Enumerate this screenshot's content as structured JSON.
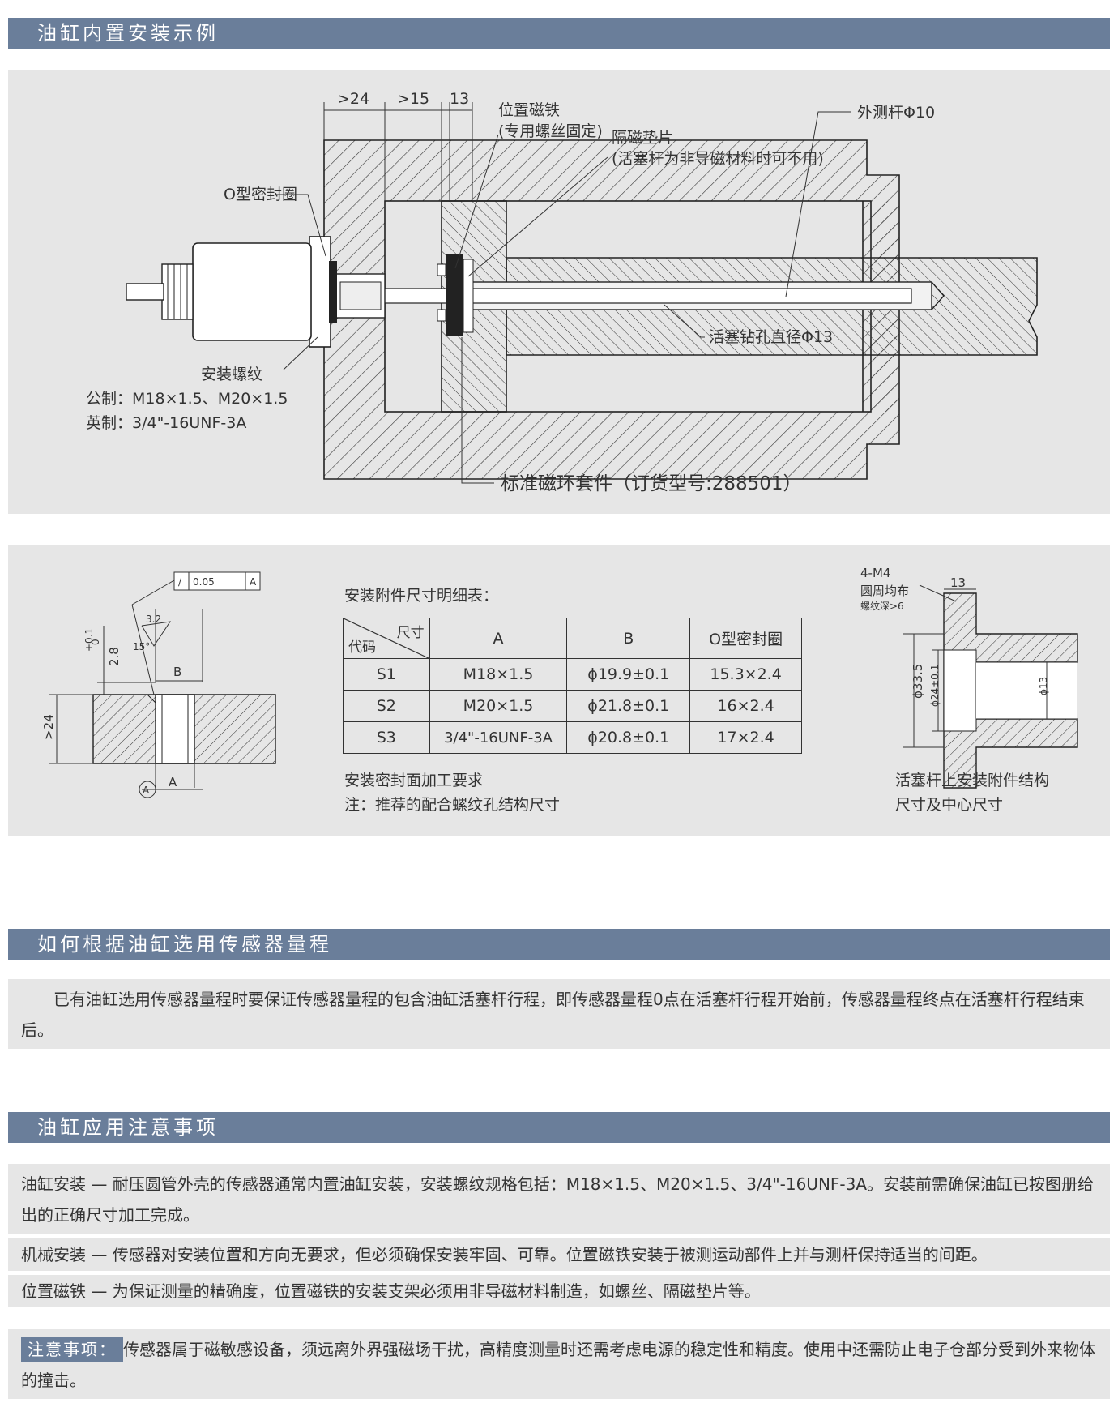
{
  "sections": {
    "install_example": "油缸内置安装示例",
    "select_range": "如何根据油缸选用传感器量程",
    "notes": "油缸应用注意事项"
  },
  "main_diagram": {
    "dim_24": ">24",
    "dim_15": ">15",
    "dim_13": "13",
    "magnet": "位置磁铁",
    "magnet_sub": "(专用螺丝固定)",
    "spacer": "隔磁垫片",
    "spacer_sub": "(活塞杆为非导磁材料时可不用)",
    "rod": "外测杆Φ10",
    "oring": "O型密封圈",
    "bore": "活塞钻孔直径Φ13",
    "thread_title": "安装螺纹",
    "thread_metric": "公制：M18×1.5、M20×1.5",
    "thread_imperial": "英制：3/4\"-16UNF-3A",
    "kit": "标准磁环套件（订货型号:288501）"
  },
  "hole_diagram": {
    "tolerance": "0.05",
    "datum": "A",
    "roughness": "3.2",
    "angle": "15°",
    "dim_b": "B",
    "dim_a": "A",
    "depth": "2.8",
    "depth_tol_plus": "+0.1",
    "depth_tol_zero": "0",
    "min_depth": ">24",
    "caption1": "安装密封面加工要求",
    "caption2": "注：推荐的配合螺纹孔结构尺寸"
  },
  "table": {
    "title": "安装附件尺寸明细表：",
    "corner_top": "尺寸",
    "corner_bottom": "代码",
    "headers": [
      "A",
      "B",
      "O型密封圈"
    ],
    "rows": [
      [
        "S1",
        "M18×1.5",
        "ϕ19.9±0.1",
        "15.3×2.4"
      ],
      [
        "S2",
        "M20×1.5",
        "ϕ21.8±0.1",
        "16×2.4"
      ],
      [
        "S3",
        "3/4\"-16UNF-3A",
        "ϕ20.8±0.1",
        "17×2.4"
      ]
    ]
  },
  "rod_diagram": {
    "holes": "4-M4",
    "holes_sub": "圆周均布",
    "thread_depth": "螺纹深>6",
    "dim_13": "13",
    "dia_33": "ϕ33.5",
    "dia_24": "ϕ24±0.1",
    "dia_13": "ϕ13",
    "caption1": "活塞杆上安装附件结构",
    "caption2": "尺寸及中心尺寸"
  },
  "select_text": "已有油缸选用传感器量程时要保证传感器量程的包含油缸活塞杆行程，即传感器量程0点在活塞杆行程开始前，传感器量程终点在活塞杆行程结束后。",
  "notes": [
    "油缸安装 — 耐压圆管外壳的传感器通常内置油缸安装，安装螺纹规格包括：M18×1.5、M20×1.5、3/4\"-16UNF-3A。安装前需确保油缸已按图册给出的正确尺寸加工完成。",
    "机械安装 — 传感器对安装位置和方向无要求，但必须确保安装牢固、可靠。位置磁铁安装于被测运动部件上并与测杆保持适当的间距。",
    "位置磁铁 — 为保证测量的精确度，位置磁铁的安装支架必须用非导磁材料制造，如螺丝、隔磁垫片等。"
  ],
  "attention": {
    "label": "注意事项：",
    "text": "传感器属于磁敏感设备，须远离外界强磁场干扰，高精度测量时还需考虑电源的稳定性和精度。使用中还需防止电子仓部分受到外来物体的撞击。"
  }
}
